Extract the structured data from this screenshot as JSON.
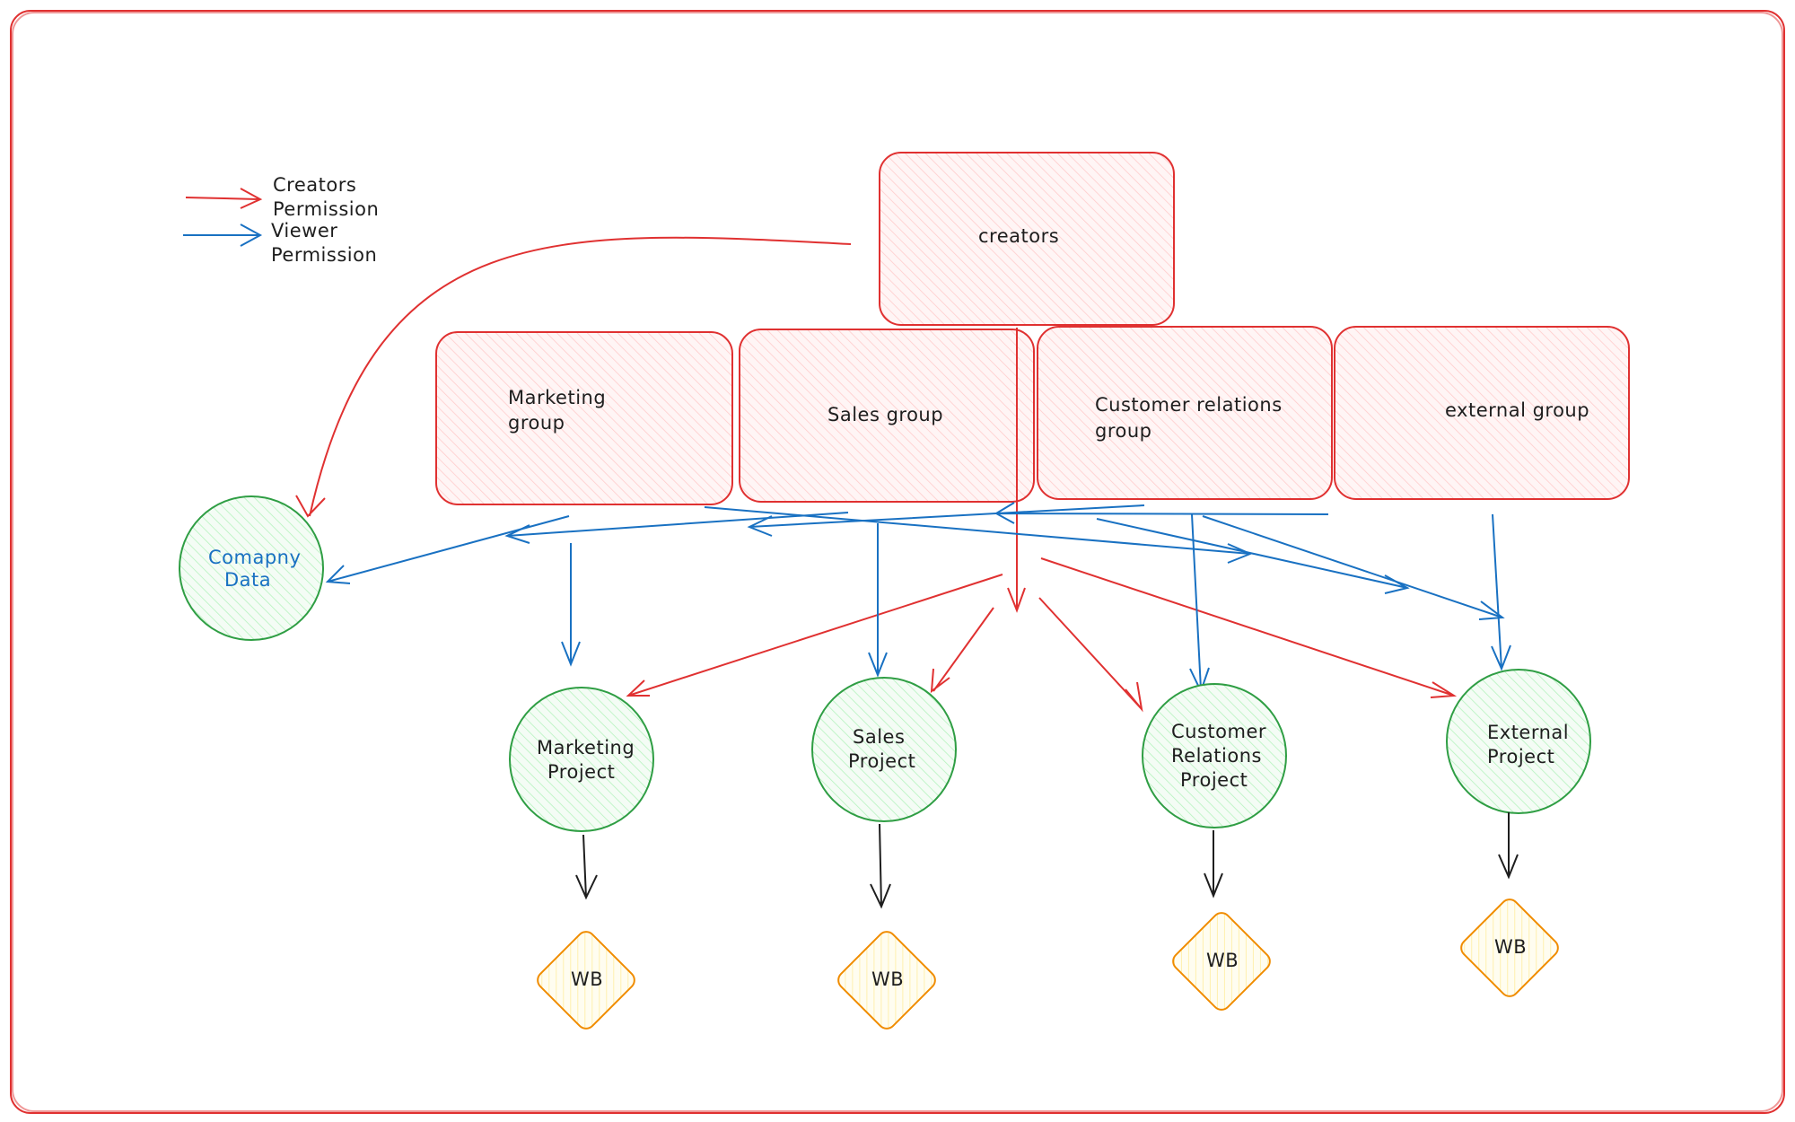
{
  "legend": {
    "creators_line1": "Creators",
    "creators_line2": "Permission",
    "viewer_line1": "Viewer",
    "viewer_line2": "Permission"
  },
  "groups": {
    "creators": "creators",
    "marketing_line1": "Marketing",
    "marketing_line2": "group",
    "sales": "Sales group",
    "customer_line1": "Customer relations",
    "customer_line2": "group",
    "external": "external group"
  },
  "company_data": {
    "line1": "Comapny",
    "line2": "Data"
  },
  "projects": {
    "marketing_line1": "Marketing",
    "marketing_line2": "Project",
    "sales_line1": "Sales",
    "sales_line2": "Project",
    "customer_line1": "Customer",
    "customer_line2": "Relations",
    "customer_line3": "Project",
    "external_line1": "External",
    "external_line2": "Project"
  },
  "workbooks": {
    "marketing": "WB",
    "sales": "WB",
    "customer": "WB",
    "external": "WB"
  },
  "colors": {
    "creators_permission": "#e03131",
    "viewer_permission": "#1971c2",
    "project_stroke": "#2f9e44",
    "workbook_stroke": "#f08c00"
  }
}
